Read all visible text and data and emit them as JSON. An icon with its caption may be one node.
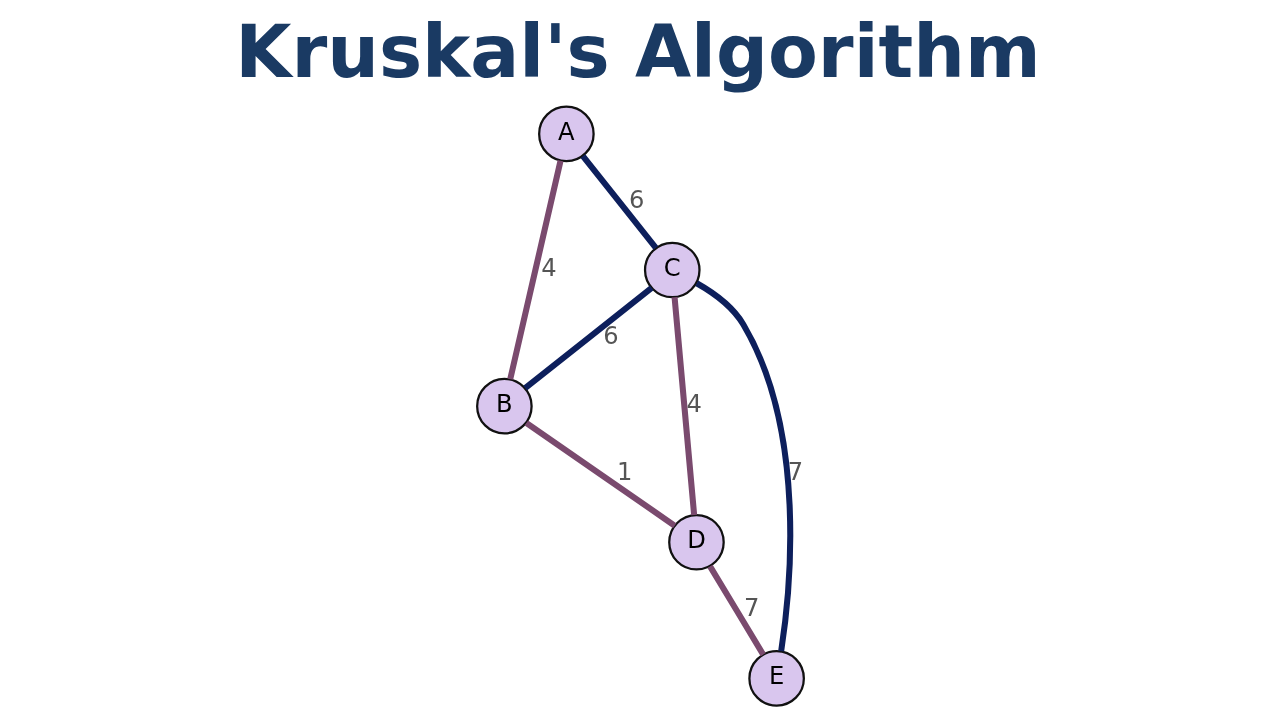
{
  "diagram": {
    "title": "Kruskal's Algorithm",
    "nodes": [
      {
        "text": [
          "A"
        ]
      },
      {
        "text": [
          "B"
        ]
      },
      {
        "text": [
          "C"
        ]
      },
      {
        "text": [
          "D"
        ]
      },
      {
        "text": [
          "E"
        ]
      }
    ],
    "edges": [
      {
        "from": 0,
        "to": 1,
        "arrow": "none",
        "label": "4",
        "color": "#7a4a6e"
      },
      {
        "from": 0,
        "to": 2,
        "arrow": "none",
        "label": "6",
        "color": "#0d1f5c"
      },
      {
        "from": 2,
        "to": 1,
        "arrow": "none",
        "label": "6",
        "color": "#0d1f5c"
      },
      {
        "from": 1,
        "to": 3,
        "arrow": "none",
        "label": "1",
        "color": "#7a4a6e"
      },
      {
        "from": 2,
        "to": 3,
        "arrow": "none",
        "label": "4",
        "color": "#7a4a6e"
      },
      {
        "from": 2,
        "to": 4,
        "arrow": "none",
        "label": "7",
        "color": "#0d1f5c"
      },
      {
        "from": 3,
        "to": 4,
        "arrow": "none",
        "label": "7",
        "color": "#7a4a6e"
      }
    ]
  }
}
